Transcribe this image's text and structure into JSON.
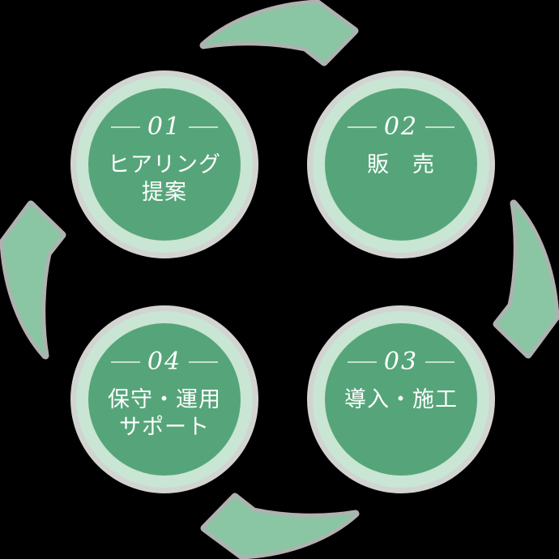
{
  "diagram": {
    "kind": "process-cycle",
    "direction": "clockwise",
    "steps": [
      {
        "number": "01",
        "label_lines": [
          "ヒアリング",
          "提案"
        ]
      },
      {
        "number": "02",
        "label_lines": [
          "販　売"
        ]
      },
      {
        "number": "03",
        "label_lines": [
          "導入・施工"
        ]
      },
      {
        "number": "04",
        "label_lines": [
          "保守・運用",
          "サポート"
        ]
      }
    ],
    "icons": [
      "arrow-top-clockwise-icon",
      "arrow-right-clockwise-icon",
      "arrow-bottom-clockwise-icon",
      "arrow-left-clockwise-icon"
    ]
  },
  "colors": {
    "background": "#000000",
    "circle_fill": "#56a57a",
    "circle_ring": "#c9e5d3",
    "circle_halo": "#d2d4d2",
    "arrow_fill": "#8ac6a4",
    "arrow_outline": "#b0b2b0",
    "number_text": "#ffffff",
    "label_text": "#ffffff"
  }
}
